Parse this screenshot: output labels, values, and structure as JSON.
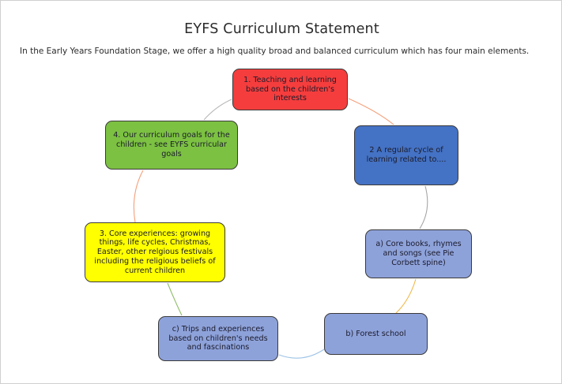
{
  "page": {
    "title": "EYFS Curriculum Statement",
    "subtitle": "In the Early Years Foundation Stage, we offer a high quality broad and balanced curriculum which has four main elements."
  },
  "diagram": {
    "type": "cycle",
    "nodes": [
      {
        "id": "node-1",
        "label": "1. Teaching and learning based on the children's interests",
        "color": "#f53d3d",
        "shape": "rounded-rectangle"
      },
      {
        "id": "node-2",
        "label": "2 A regular cycle of learning related to....",
        "color": "#4472c4",
        "shape": "rounded-rectangle"
      },
      {
        "id": "node-a",
        "label": "a) Core books, rhymes and songs (see Pie Corbett spine)",
        "color": "#8ea2da",
        "shape": "rounded-rectangle"
      },
      {
        "id": "node-b",
        "label": "b) Forest school",
        "color": "#8ea2da",
        "shape": "rounded-rectangle"
      },
      {
        "id": "node-c",
        "label": "c) Trips and experiences based on children's needs and fascinations",
        "color": "#8ea2da",
        "shape": "rounded-rectangle"
      },
      {
        "id": "node-3",
        "label": "3. Core experiences: growing things, life cycles, Christmas, Easter, other relgious festivals including the religious beliefs of current children",
        "color": "#ffff00",
        "shape": "rounded-rectangle"
      },
      {
        "id": "node-4",
        "label": "4. Our curriculum goals for the children - see EYFS curricular goals",
        "color": "#7cc142",
        "shape": "rounded-rectangle"
      }
    ],
    "connectors": [
      {
        "from": "node-1",
        "to": "node-2",
        "color": "#f4a07a"
      },
      {
        "from": "node-2",
        "to": "node-a",
        "color": "#a6a6a6"
      },
      {
        "from": "node-a",
        "to": "node-b",
        "color": "#f0b94a"
      },
      {
        "from": "node-b",
        "to": "node-c",
        "color": "#9dc3e6"
      },
      {
        "from": "node-c",
        "to": "node-3",
        "color": "#8fbc6a"
      },
      {
        "from": "node-3",
        "to": "node-4",
        "color": "#f4a07a"
      },
      {
        "from": "node-4",
        "to": "node-1",
        "color": "#b8b8b8"
      }
    ]
  }
}
